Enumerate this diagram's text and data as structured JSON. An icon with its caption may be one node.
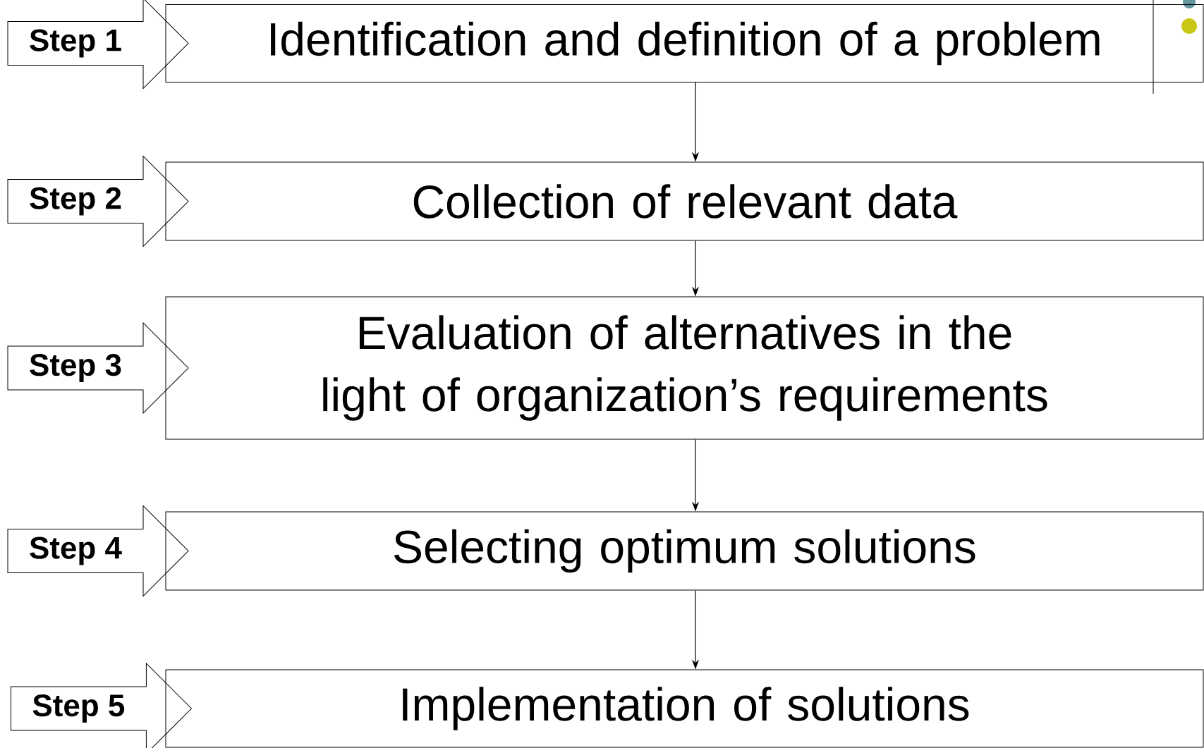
{
  "diagram": {
    "nodes": [
      {
        "text": [
          "Step 1"
        ]
      },
      {
        "text": [
          "Identification and definition of a problem"
        ]
      },
      {
        "text": [
          "Step 2"
        ]
      },
      {
        "text": [
          "Collection of relevant data"
        ]
      },
      {
        "text": [
          "Step 3"
        ]
      },
      {
        "text": [
          "Evaluation of alternatives in the light of organization’s requirements"
        ]
      },
      {
        "text": [
          "Step 4"
        ]
      },
      {
        "text": [
          "Selecting optimum solutions"
        ]
      },
      {
        "text": [
          "Step 5"
        ]
      },
      {
        "text": [
          "Implementation of solutions"
        ]
      }
    ],
    "edges": [
      {
        "from": 1,
        "to": 3,
        "arrow": "to"
      },
      {
        "from": 3,
        "to": 5,
        "arrow": "to"
      },
      {
        "from": 5,
        "to": 7,
        "arrow": "to"
      },
      {
        "from": 7,
        "to": 9,
        "arrow": "to"
      }
    ]
  }
}
